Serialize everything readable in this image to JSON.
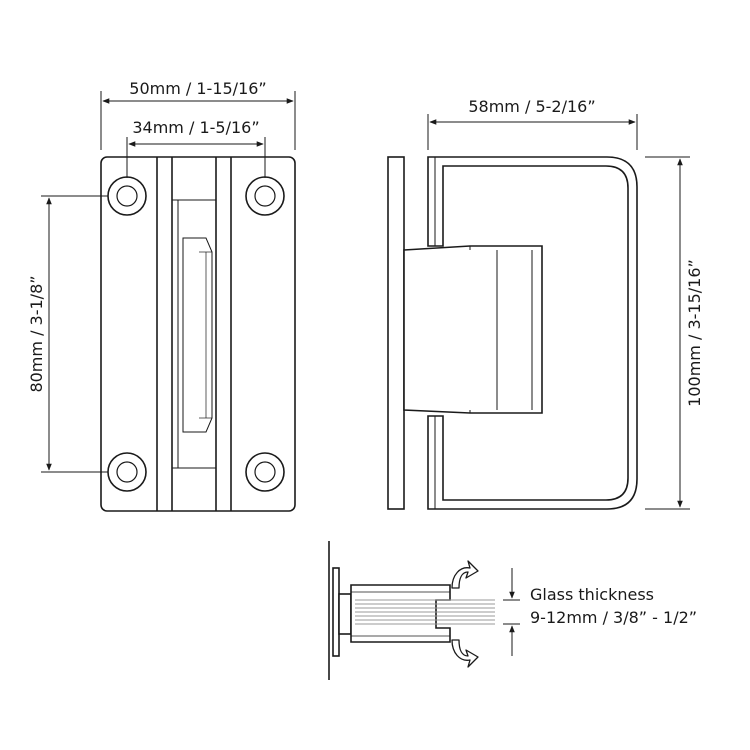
{
  "dimensions": {
    "overall_width": "50mm / 1-15/16”",
    "hole_spacing_width": "34mm / 1-5/16”",
    "hole_spacing_height": "80mm / 3-1/8”",
    "side_width": "58mm / 5-2/16”",
    "overall_height": "100mm / 3-15/16”"
  },
  "glass": {
    "label": "Glass thickness",
    "range": "9-12mm / 3/8” - 1/2”"
  },
  "colors": {
    "line": "#1a1a1a",
    "background": "#ffffff",
    "glass_lines": "#999999"
  }
}
